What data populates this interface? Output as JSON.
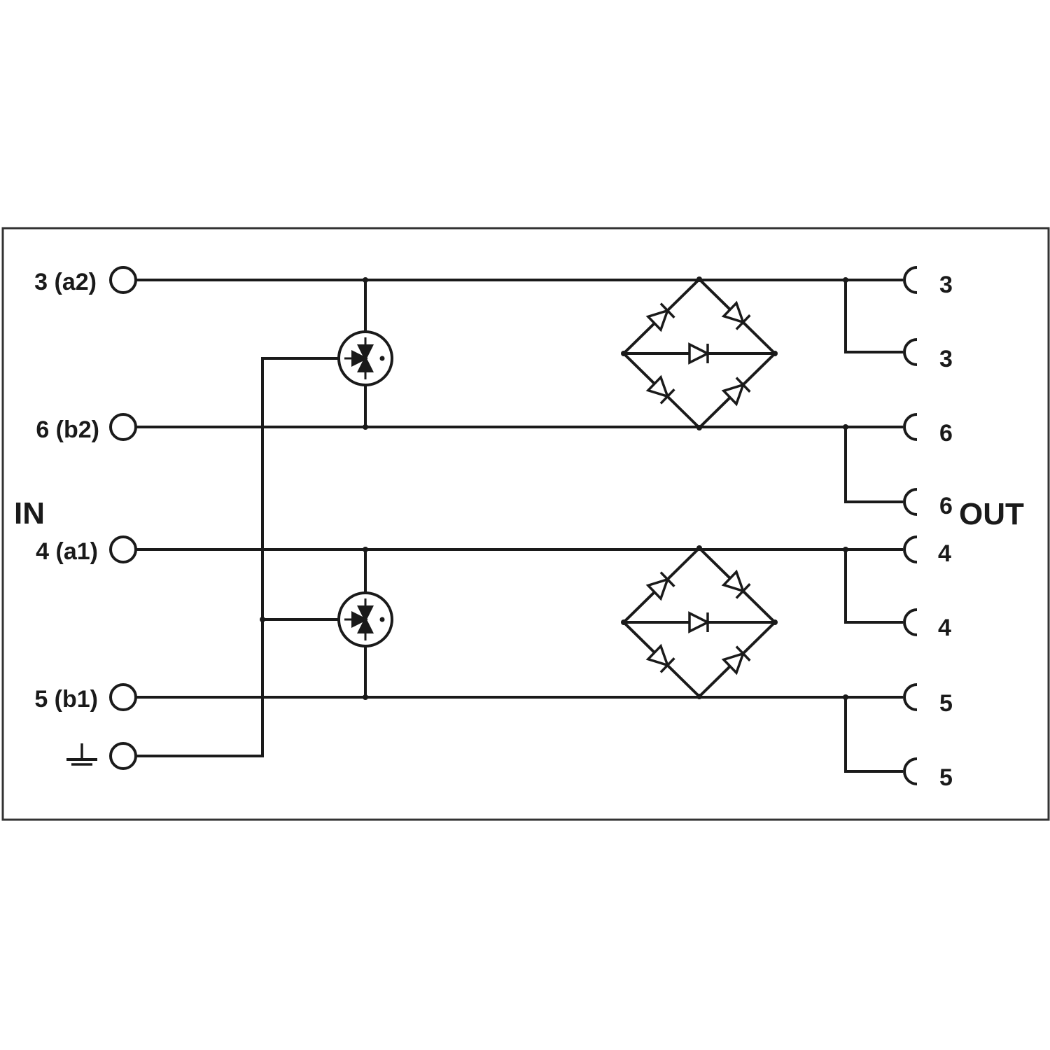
{
  "labels": {
    "in": "IN",
    "out": "OUT"
  },
  "input_terminals": [
    {
      "label": "3 (a2)"
    },
    {
      "label": "6 (b2)"
    },
    {
      "label": "4 (a1)"
    },
    {
      "label": "5 (b1)"
    },
    {
      "label": "",
      "icon": "ground-icon"
    }
  ],
  "output_terminals": [
    {
      "label": "3"
    },
    {
      "label": "3"
    },
    {
      "label": "6"
    },
    {
      "label": "6"
    },
    {
      "label": "4"
    },
    {
      "label": "4"
    },
    {
      "label": "5"
    },
    {
      "label": "5"
    }
  ],
  "components": {
    "gas_discharge_tubes": 2,
    "diode_bridges": 2
  }
}
